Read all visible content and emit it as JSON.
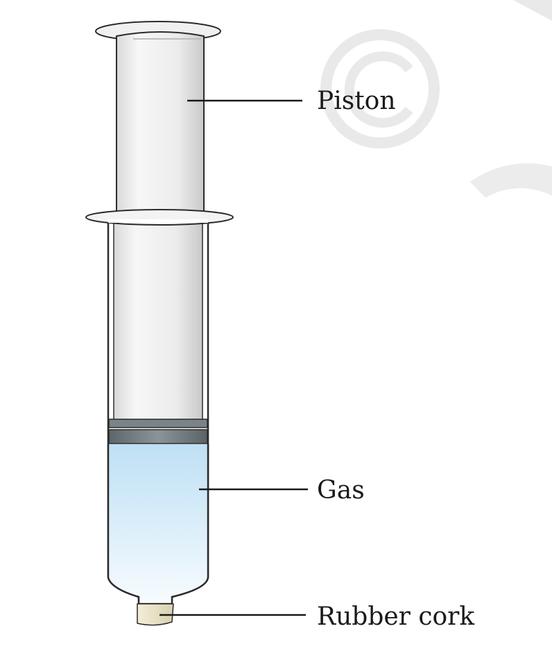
{
  "diagram": {
    "labels": {
      "piston": "Piston",
      "gas": "Gas",
      "rubber_cork": "Rubber cork"
    },
    "colors": {
      "outline": "#2b2b2b",
      "piston_fill": "#f2f2f2",
      "piston_shade": "#cfcfcf",
      "plunger_seal": "#6e767a",
      "gas_fill": "#cfe8f7",
      "cork_fill": "#efe8cf",
      "watermark": "#e9e9e9",
      "leader_line": "#1a1a1a"
    }
  }
}
